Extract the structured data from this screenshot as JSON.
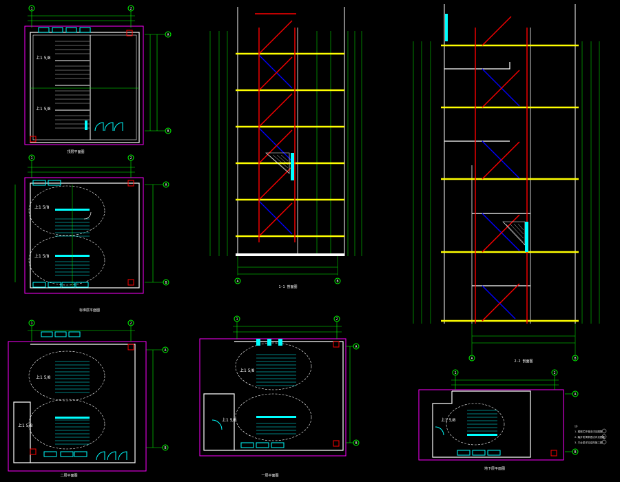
{
  "colors": {
    "background": "#000000",
    "wall": "#ffffff",
    "axis": "#00ff00",
    "boundary": "#ff00ff",
    "window": "#00ffff",
    "stair": "#00ffff",
    "slab": "#ffff00",
    "section": "#ff0000",
    "hatch": "#0000ff",
    "text": "#ffffff"
  },
  "plans": {
    "top_left": {
      "caption": "顶层平面图",
      "room_labels": [
        "上1 5/8",
        "上1 5/8"
      ]
    },
    "mid_left": {
      "caption": "标准层平面图",
      "room_labels": [
        "上1 5/8",
        "上1 5/8"
      ]
    },
    "bottom_left": {
      "caption": "二层平面图",
      "room_labels": [
        "上1 5/8",
        "上1 5/8"
      ]
    },
    "bottom_mid": {
      "caption": "一层平面图",
      "room_labels": [
        "上1 5/8",
        "上1 5/8"
      ]
    },
    "bottom_right": {
      "caption": "地下层平面图",
      "room_labels": [
        "上1 5/8"
      ]
    }
  },
  "sections": {
    "middle": {
      "caption": "1-1 剖面图"
    },
    "right": {
      "caption": "2-2 剖面图"
    }
  },
  "axis_marks": {
    "top_left": [
      "A",
      "B",
      "1",
      "2"
    ],
    "mid_left": [
      "A",
      "B",
      "1",
      "2"
    ],
    "bottom_left": [
      "A",
      "B",
      "1",
      "2"
    ],
    "bottom_mid": [
      "A",
      "B",
      "1",
      "2"
    ],
    "bottom_right": [
      "A",
      "B",
      "1",
      "2"
    ],
    "section_middle": [
      "A",
      "B"
    ],
    "section_right": [
      "A",
      "B"
    ]
  },
  "notes": {
    "title": "注：",
    "lines": [
      "1. 楼梯栏杆做法详见图集",
      "2. 踏步防滑条做法详见图集",
      "3. 平台梁详见结构施工图"
    ]
  }
}
